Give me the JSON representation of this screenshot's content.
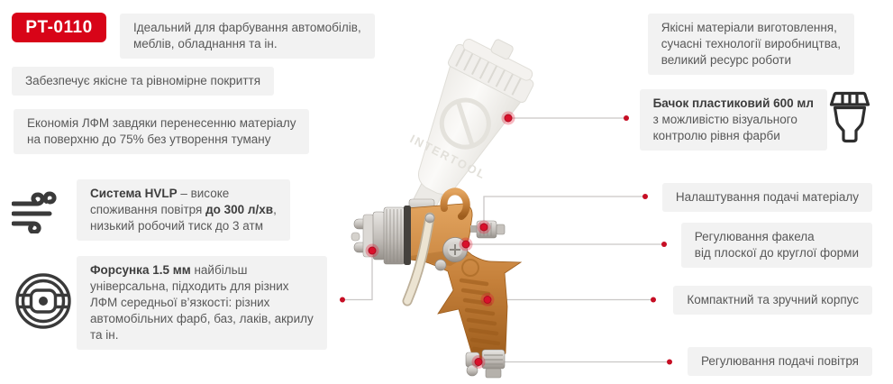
{
  "colors": {
    "accent_red": "#d80418",
    "marker_red": "#d9112c",
    "box_bg": "#f2f2f2",
    "text": "#585858",
    "text_bold": "#3d3d3d",
    "connector_line": "#c9c7c5",
    "gun_orange": "#c5803a"
  },
  "badge": {
    "label": "PT-0110"
  },
  "product": {
    "cup_logo": "INTERTOOL"
  },
  "left": {
    "ideal": {
      "text": "Ідеальний для фарбування автомобілів,\nмеблів, обладнання та ін."
    },
    "coverage": {
      "text": "Забезпечує якісне та рівномірне покриття"
    },
    "economy": {
      "text": "Економія ЛФМ завдяки перенесенню матеріалу\nна поверхню до 75% без утворення туману"
    },
    "hvlp": {
      "icon": "wind-icon",
      "seg": [
        {
          "t": "Система HVLP",
          "b": true
        },
        {
          "t": " – високе\nспоживання повітря ",
          "b": false
        },
        {
          "t": "до 300 л/хв",
          "b": true
        },
        {
          "t": ",\nнизький робочий тиск до 3 атм",
          "b": false
        }
      ]
    },
    "nozzle": {
      "icon": "spray-nozzle-icon",
      "seg": [
        {
          "t": "Форсунка 1.5 мм",
          "b": true
        },
        {
          "t": " найбільш\nуніверсальна, підходить для різних\nЛФМ середньої в’язкості: різних\nавтомобільних фарб, баз, лаків, акрилу\nта ін.",
          "b": false
        }
      ]
    }
  },
  "right": {
    "materials": {
      "text": "Якісні матеріали виготовлення,\nсучасні технології виробництва,\nвеликий ресурс роботи"
    },
    "cup": {
      "icon": "paint-cup-icon",
      "seg": [
        {
          "t": "Бачок пластиковий 600 мл",
          "b": true
        },
        {
          "t": "\nз можливістю візуального\nконтролю рівня фарби",
          "b": false
        }
      ]
    },
    "material_feed": {
      "text": "Налаштування подачі матеріалу"
    },
    "fan": {
      "text": "Регулювання факела\nвід плоскої до круглої форми"
    },
    "housing": {
      "text": "Компактний та зручний корпус"
    },
    "air": {
      "text": "Регулювання подачі повітря"
    }
  }
}
